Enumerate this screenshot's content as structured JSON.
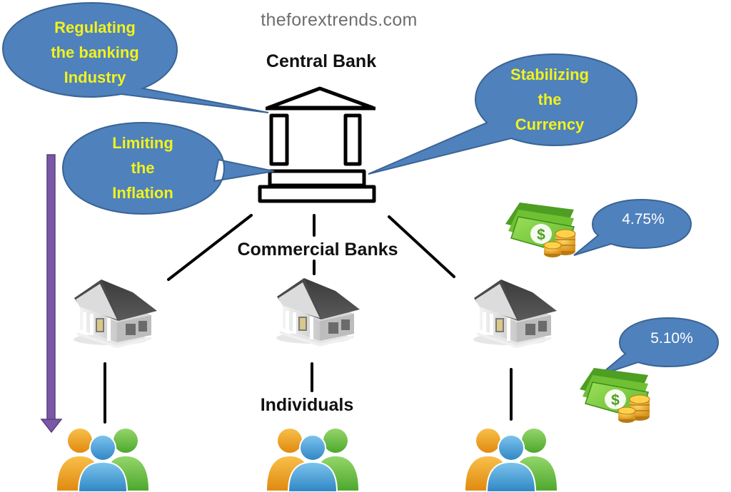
{
  "watermark": "theforextrends.com",
  "central_bank": {
    "title": "Central Bank",
    "roles": [
      {
        "name": "regulating",
        "lines": [
          "Regulating",
          "the banking",
          "Industry"
        ]
      },
      {
        "name": "stabilizing",
        "lines": [
          "Stabilizing",
          "the",
          "Currency"
        ]
      },
      {
        "name": "limiting",
        "lines": [
          "Limiting",
          "the",
          "Inflation"
        ]
      }
    ]
  },
  "commercial_banks": {
    "title": "Commercial Banks"
  },
  "individuals": {
    "title": "Individuals"
  },
  "interest_rates": [
    "4.75%",
    "5.10%"
  ],
  "colors": {
    "bubble_fill": "#4f81bd",
    "bubble_stroke": "#3a6494",
    "bubble_text": "#f2f21c",
    "arrow": "#7b58a6",
    "money_green": "#7ccd2a",
    "coin_gold": "#e8a92c",
    "people": [
      "#f0a81c",
      "#4ba3d9",
      "#6cc04a"
    ]
  },
  "icons": [
    "bank-building-icon",
    "bank-house-icon",
    "people-group-icon",
    "money-coins-icon",
    "down-arrow-icon"
  ]
}
